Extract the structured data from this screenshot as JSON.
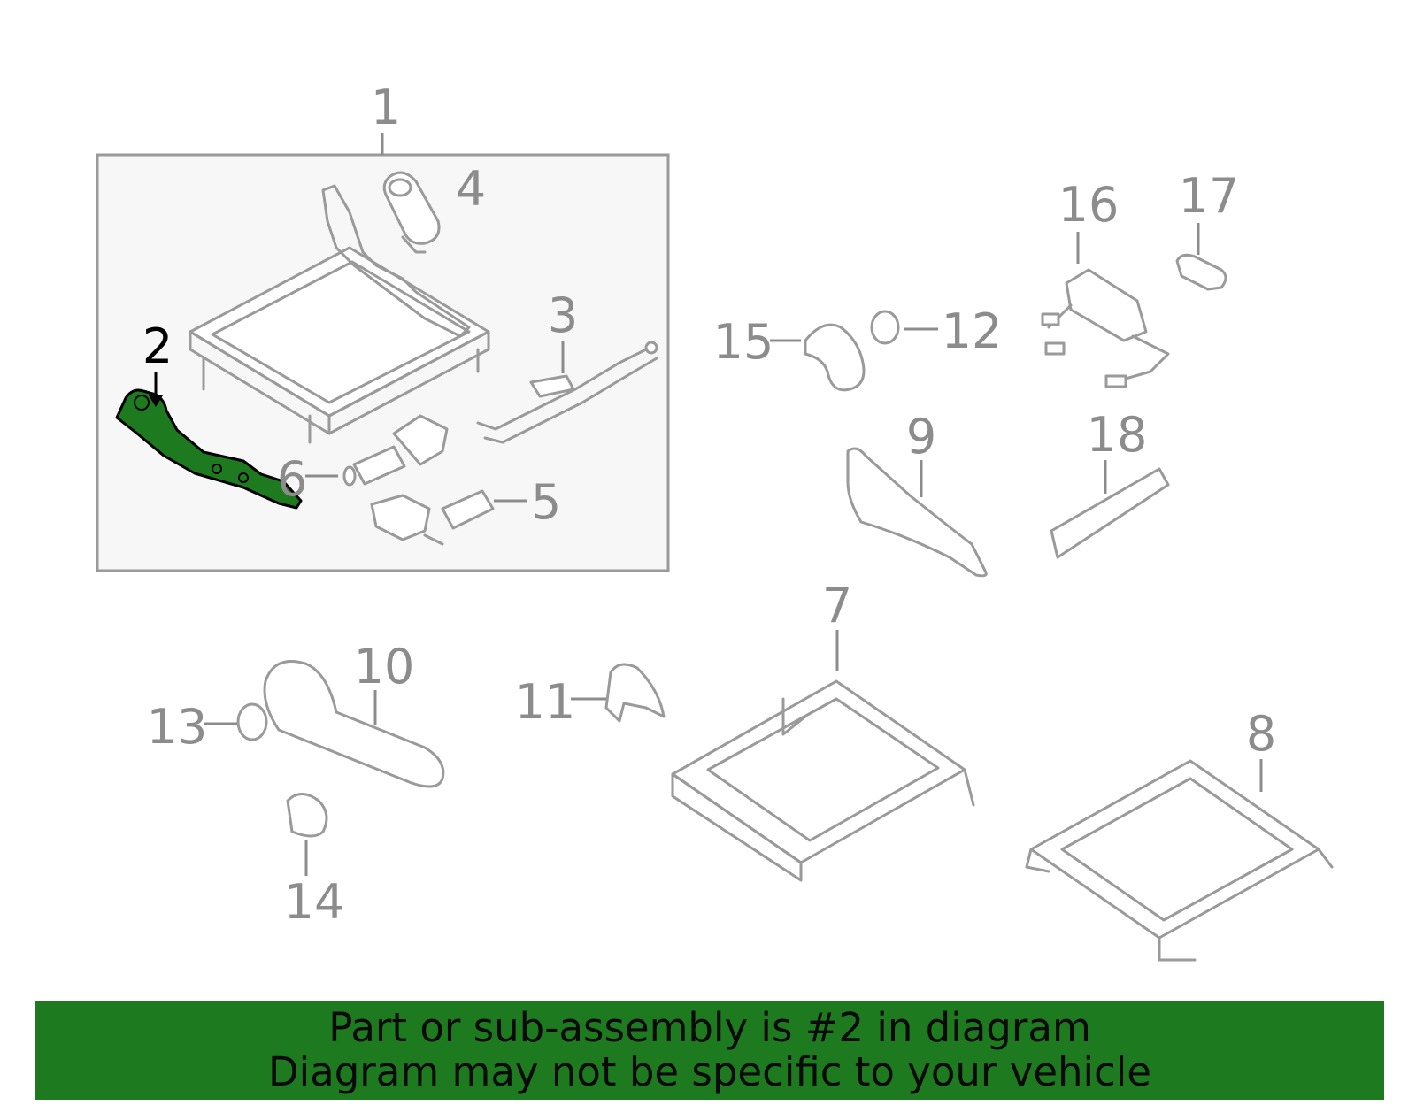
{
  "callouts": {
    "c1": "1",
    "c2": "2",
    "c3": "3",
    "c4": "4",
    "c5": "5",
    "c6": "6",
    "c7": "7",
    "c8": "8",
    "c9": "9",
    "c10": "10",
    "c11": "11",
    "c12": "12",
    "c13": "13",
    "c14": "14",
    "c15": "15",
    "c16": "16",
    "c17": "17",
    "c18": "18"
  },
  "highlighted_part": "2",
  "colors": {
    "highlight_fill": "#1e7a1e",
    "banner_background": "#1e7a1e",
    "label_gray": "#8c8c8c",
    "assembly_box_fill": "#f7f7f7"
  },
  "banner": {
    "line1": "Part or sub-assembly is #2 in diagram",
    "line2": "Diagram may not be specific to your vehicle"
  }
}
